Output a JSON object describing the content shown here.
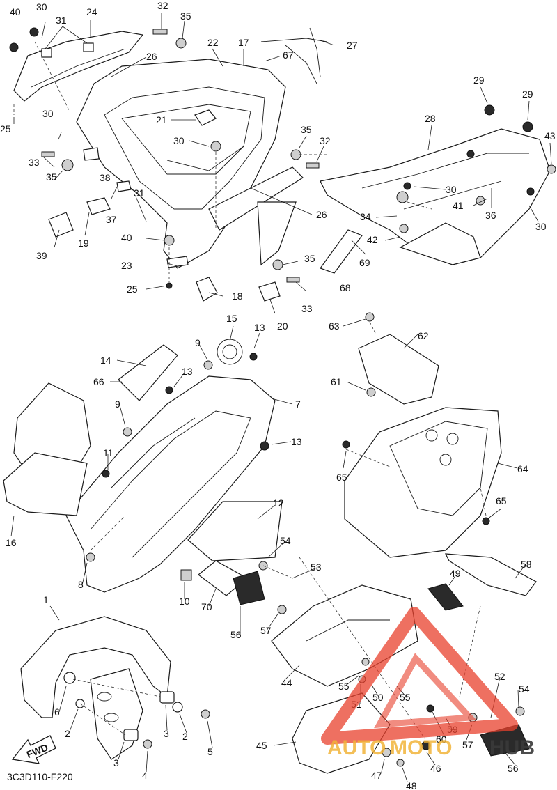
{
  "diagram_code": "3C3D110-F220",
  "direction_label": "FWD",
  "watermark": {
    "brand_left": "AUTO",
    "brand_mid": "MOTO",
    "brand_right": "HUB",
    "color_red": "#e8402c",
    "color_orange": "#f2b43a",
    "color_grey": "#3a3a3a"
  },
  "callouts": [
    "1",
    "2",
    "3",
    "4",
    "5",
    "6",
    "7",
    "8",
    "9",
    "10",
    "11",
    "12",
    "13",
    "14",
    "15",
    "16",
    "17",
    "18",
    "19",
    "20",
    "21",
    "22",
    "23",
    "24",
    "25",
    "26",
    "27",
    "28",
    "29",
    "30",
    "31",
    "32",
    "33",
    "34",
    "35",
    "36",
    "37",
    "38",
    "39",
    "40",
    "41",
    "42",
    "43",
    "44",
    "45",
    "46",
    "47",
    "48",
    "49",
    "50",
    "51",
    "52",
    "53",
    "54",
    "55",
    "56",
    "57",
    "58",
    "59",
    "60",
    "61",
    "62",
    "63",
    "64",
    "65",
    "66",
    "67",
    "68",
    "69",
    "70"
  ]
}
